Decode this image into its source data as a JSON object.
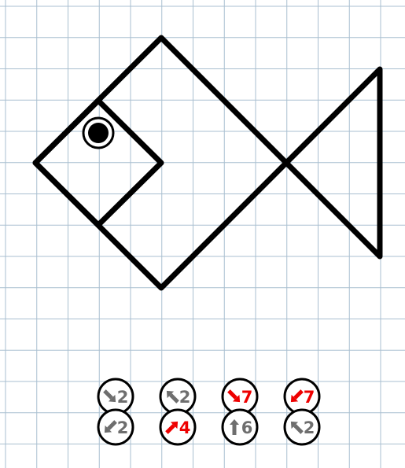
{
  "colors": {
    "background": "#ffffff",
    "grid": "#a9bfd0",
    "outline": "#000000",
    "gray_instruction": "#6e6e6e",
    "red_instruction": "#ee0000"
  },
  "diagram": {
    "kind": "grid-drawing",
    "grid": {
      "columns": 13,
      "rows": 15
    },
    "eye": {
      "fill": "#000000"
    }
  },
  "instructions": [
    {
      "direction": "down-right",
      "steps": "2",
      "color": "#6e6e6e"
    },
    {
      "direction": "up-left",
      "steps": "2",
      "color": "#6e6e6e"
    },
    {
      "direction": "down-right",
      "steps": "7",
      "color": "#ee0000"
    },
    {
      "direction": "down-left",
      "steps": "7",
      "color": "#ee0000"
    },
    {
      "direction": "down-left",
      "steps": "2",
      "color": "#6e6e6e"
    },
    {
      "direction": "up-right",
      "steps": "4",
      "color": "#ee0000"
    },
    {
      "direction": "up",
      "steps": "6",
      "color": "#6e6e6e"
    },
    {
      "direction": "up-left",
      "steps": "2",
      "color": "#6e6e6e"
    }
  ]
}
